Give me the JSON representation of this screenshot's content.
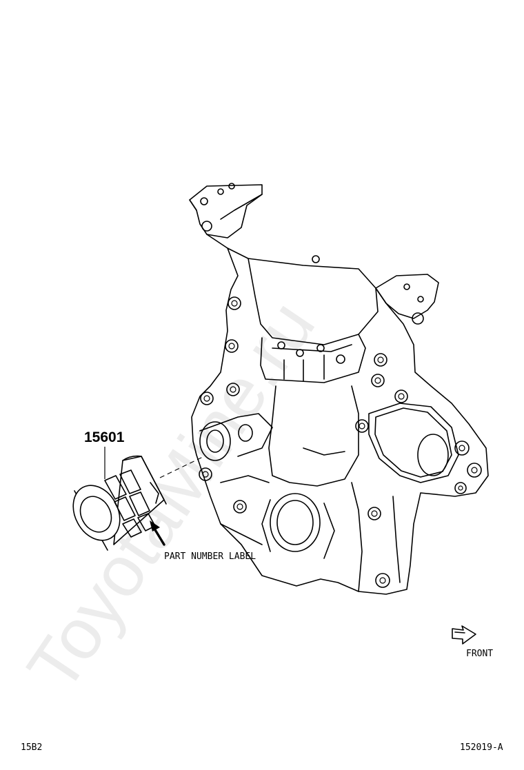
{
  "diagram": {
    "part_number": "15601",
    "callout_label": "PART NUMBER LABEL",
    "direction_label": "FRONT",
    "page_code": "15B2",
    "figure_id": "152019-A",
    "watermark": "ToyotaMine.ru",
    "icons": [
      "oil-filter-icon",
      "timing-chain-cover-icon",
      "front-direction-arrow-icon",
      "pointer-arrow-icon"
    ]
  }
}
